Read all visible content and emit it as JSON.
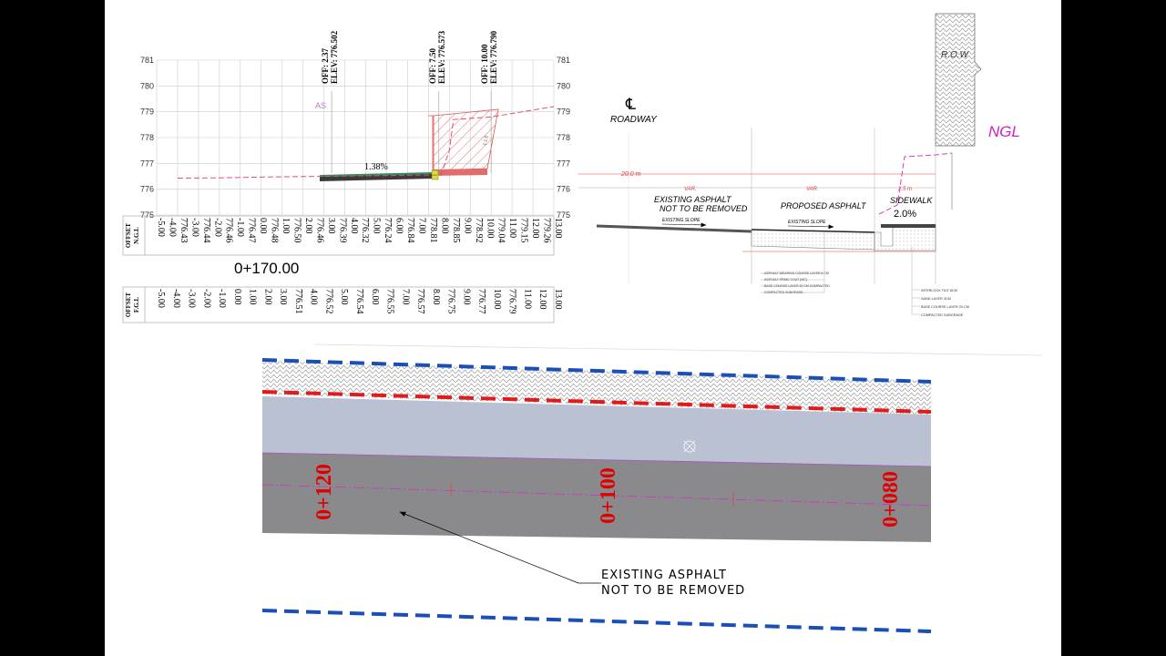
{
  "section": {
    "y_axis_ticks": [
      "781",
      "780",
      "779",
      "778",
      "777",
      "776",
      "775"
    ],
    "y_range": [
      775,
      781
    ],
    "x_range": [
      -6,
      13
    ],
    "ngl_profile": [
      [
        -5.0,
        776.43
      ],
      [
        -3.0,
        776.44
      ],
      [
        -1.0,
        776.47
      ],
      [
        1.0,
        776.49
      ],
      [
        2.37,
        776.5
      ],
      [
        5.0,
        776.53
      ],
      [
        7.0,
        776.55
      ],
      [
        7.6,
        776.55
      ],
      [
        8.0,
        777.5
      ],
      [
        8.2,
        778.7
      ],
      [
        10.0,
        778.8
      ],
      [
        13.0,
        779.2
      ]
    ],
    "markers": [
      {
        "off": "OFF: 2.37",
        "elev": "ELEV: 776.502",
        "x": 2.37
      },
      {
        "off": "OFF: 7.50",
        "elev": "ELEV: 776.573",
        "x": 7.5
      },
      {
        "off": "OFF: 10.00",
        "elev": "ELEV: 776.790",
        "x": 10.0
      }
    ],
    "slope_label": "1.38%",
    "as_label": "AS",
    "small_label": "1:1.5",
    "chainage": "0+170.00",
    "row1_header": [
      "OFFSET",
      "N.G.L"
    ],
    "row1_cells": [
      "-5.00",
      "-4.00",
      "776.43",
      "-3.00",
      "776.44",
      "-2.00",
      "776.46",
      "-1.00",
      "776.47",
      "0.00",
      "776.48",
      "1.00",
      "776.50",
      "2.00",
      "776.46",
      "3.00",
      "776.39",
      "4.00",
      "776.32",
      "5.00",
      "776.24",
      "6.00",
      "776.84",
      "7.00",
      "778.81",
      "8.00",
      "778.85",
      "9.00",
      "778.92",
      "10.00",
      "779.04",
      "11.00",
      "779.15",
      "12.00",
      "779.26",
      "13.00"
    ],
    "row2_header": [
      "OFFSET",
      "F.G.L"
    ],
    "row2_cells": [
      "-5.00",
      "-4.00",
      "-3.00",
      "-2.00",
      "-1.00",
      "0.00",
      "1.00",
      "2.00",
      "3.00",
      "776.51",
      "4.00",
      "776.52",
      "5.00",
      "776.54",
      "6.00",
      "776.55",
      "7.00",
      "776.57",
      "8.00",
      "776.75",
      "9.00",
      "776.77",
      "10.00",
      "776.79",
      "11.00",
      "12.00",
      "13.00"
    ]
  },
  "typical": {
    "row_label": "R.O.W",
    "ngl_label": "NGL",
    "roadway_label": "ROADWAY",
    "centerline_symbol": "℄",
    "dim_20": "20.0 m",
    "dim_var1": "VAR.",
    "dim_var2": "VAR.",
    "dim_25": "2.5 m",
    "existing_asphalt": [
      "EXISTING ASPHALT",
      "NOT TO BE REMOVED"
    ],
    "proposed_asphalt": "PROPOSED ASPHALT",
    "sidewalk": "SIDEWALK",
    "sidewalk_slope": "2.0%",
    "existing_slope_1": "EXISTING SLOPE",
    "existing_slope_2": "EXISTING SLOPE",
    "left_notes": [
      "ASPHALT WEARING COURSE LAYER 5 CM",
      "ASPHALT PRIME COAT (MC)",
      "BASE COURSE LAYER 20 CM COMPACTED",
      "COMPACTED SUBGRADE"
    ],
    "right_notes": [
      "INTERLOCK TILE 8CM",
      "SAND LAYER 3CM",
      "BASE COURSE LAYER 20 CM",
      "COMPACTED SUBGRADE"
    ]
  },
  "plan": {
    "stations": [
      "0+120",
      "0+100",
      "0+080"
    ],
    "callout": [
      "EXISTING ASPHALT",
      "NOT TO BE REMOVED"
    ],
    "colors": {
      "asphalt": "#8a8a8c",
      "pavement": "#b9c1d3",
      "blue_dash": "#1a4fb5",
      "red_dash": "#e01b1b",
      "station": "#e00000"
    }
  }
}
